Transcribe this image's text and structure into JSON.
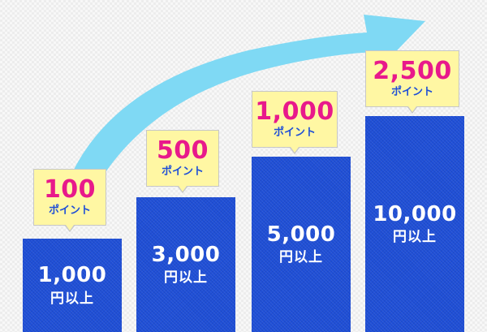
{
  "colors": {
    "bar": "#1f4fd6",
    "badge_bg": "#fff7a3",
    "points_text": "#e8198b",
    "arrow": "#7fd9f4"
  },
  "icons": {
    "arrow": "curved-up-arrow-icon"
  },
  "tiers": [
    {
      "amount": "1,000",
      "amount_unit": "円以上",
      "points": "100",
      "points_unit": "ポイント"
    },
    {
      "amount": "3,000",
      "amount_unit": "円以上",
      "points": "500",
      "points_unit": "ポイント"
    },
    {
      "amount": "5,000",
      "amount_unit": "円以上",
      "points": "1,000",
      "points_unit": "ポイント"
    },
    {
      "amount": "10,000",
      "amount_unit": "円以上",
      "points": "2,500",
      "points_unit": "ポイント"
    }
  ]
}
